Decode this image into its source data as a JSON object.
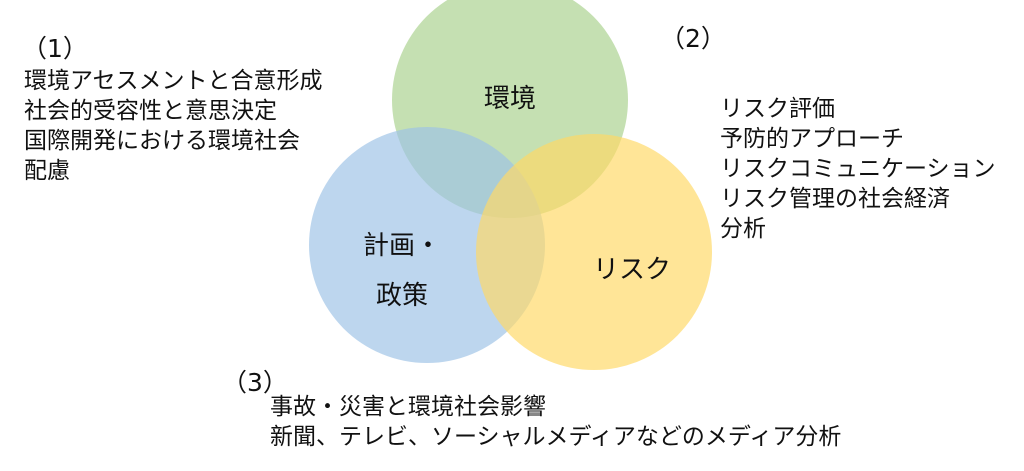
{
  "circles": [
    {
      "key": "environment",
      "label": "環境",
      "color": "#a9d18e"
    },
    {
      "key": "planning",
      "label_lines": [
        "計画・",
        "政策"
      ],
      "color": "#9dc3e6"
    },
    {
      "key": "risk",
      "label": "リスク",
      "color": "#ffd966"
    }
  ],
  "group1": {
    "number": "（1）",
    "items": [
      "環境アセスメントと合意形成",
      "社会的受容性と意思決定",
      "国際開発における環境社会",
      "配慮"
    ]
  },
  "group2": {
    "number": "（2）",
    "items": [
      "リスク評価",
      "予防的アプローチ",
      "リスクコミュニケーション",
      "リスク管理の社会経済",
      "分析"
    ]
  },
  "group3": {
    "number": "（3）",
    "items": [
      "事故・災害と環境社会影響",
      "新聞、テレビ、ソーシャルメディアなどのメディア分析"
    ]
  }
}
